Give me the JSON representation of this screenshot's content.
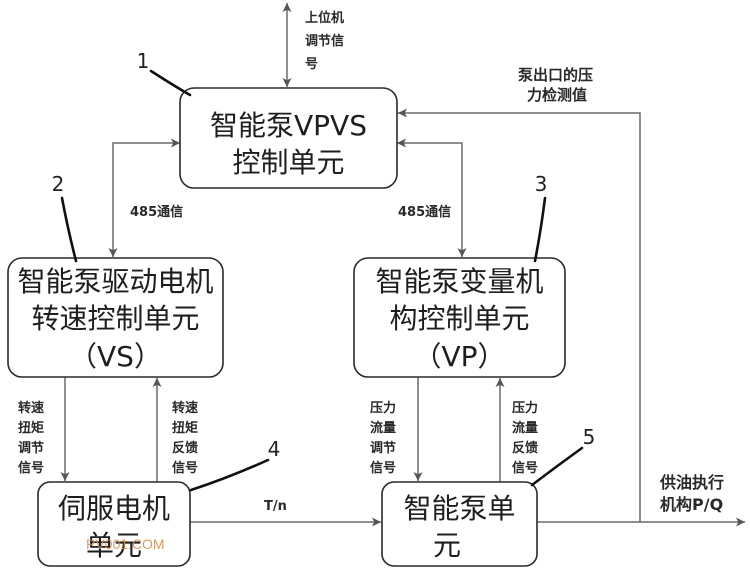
{
  "diagram": {
    "vpvs_box": {
      "line1": "智能泵VPVS",
      "line2": "控制单元"
    },
    "vs_box": {
      "line1": "智能泵驱动电机",
      "line2": "转速控制单元",
      "line3": "（VS）"
    },
    "vp_box": {
      "line1": "智能泵变量机",
      "line2": "构控制单元",
      "line3": "（VP）"
    },
    "servo_box": {
      "line1": "伺服电机",
      "line2": "单元"
    },
    "pump_box": {
      "line1": "智能泵单",
      "line2": "元"
    }
  },
  "callouts": {
    "n1": "1",
    "n2": "2",
    "n3": "3",
    "n4": "4",
    "n5": "5"
  },
  "labels": {
    "host_signal": [
      "上位机",
      "调节信",
      "号"
    ],
    "pressure_detect": [
      "泵出口的压",
      "力检测值"
    ],
    "comm_left": "485通信",
    "comm_right": "485通信",
    "vs_down": [
      "转速",
      "扭矩",
      "调节",
      "信号"
    ],
    "vs_up": [
      "转速",
      "扭矩",
      "反馈",
      "信号"
    ],
    "vp_down": [
      "压力",
      "流量",
      "调节",
      "信号"
    ],
    "vp_up": [
      "压力",
      "流量",
      "反馈",
      "信号"
    ],
    "tn": "T/n",
    "output": [
      "供油执行",
      "机构P/Q"
    ]
  },
  "watermark": "PV001.COM"
}
